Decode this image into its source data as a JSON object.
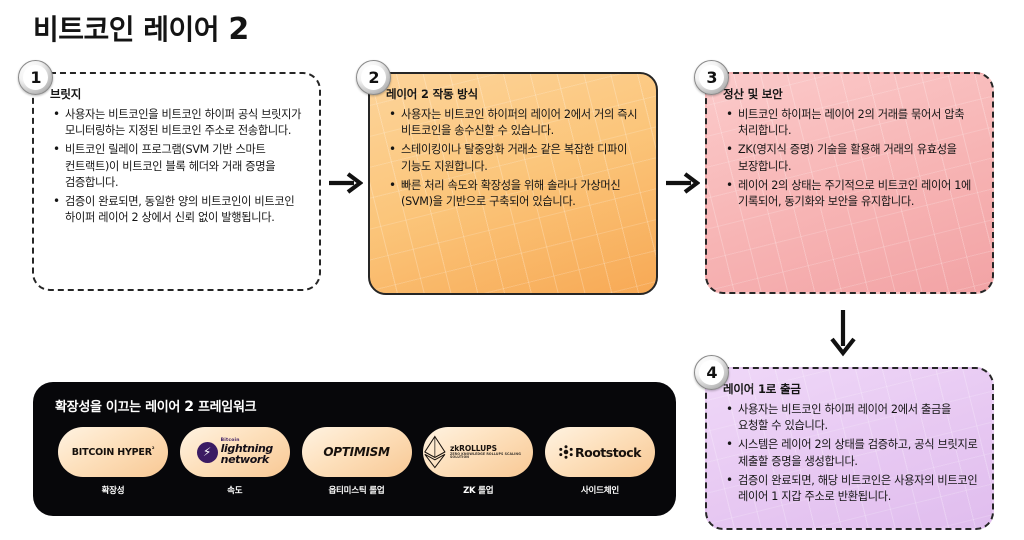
{
  "title": {
    "text_main": "비트코인 레이어",
    "text_accent": "2"
  },
  "steps": [
    {
      "number": "1",
      "title": "브릿지",
      "bullets": [
        "사용자는 비트코인을 비트코인 하이퍼 공식 브릿지가 모니터링하는 지정된 비트코인 주소로 전송합니다.",
        "비트코인 릴레이 프로그램(SVM 기반 스마트 컨트랙트)이 비트코인 블록 헤더와 거래 증명을 검증합니다.",
        "검증이 완료되면, 동일한 양의 비트코인이 비트코인 하이퍼 레이어 2 상에서 신뢰 없이 발행됩니다."
      ]
    },
    {
      "number": "2",
      "title": "레이어 2 작동 방식",
      "title_pre": "레이어",
      "title_accent": "2",
      "title_post": "작동 방식",
      "bullets": [
        "사용자는 비트코인 하이퍼의 레이어 2에서 거의 즉시 비트코인을 송수신할 수 있습니다.",
        "스테이킹이나 탈중앙화 거래소 같은 복잡한 디파이 기능도 지원합니다.",
        "빠른 처리 속도와 확장성을 위해 솔라나 가상머신(SVM)을 기반으로 구축되어 있습니다."
      ]
    },
    {
      "number": "3",
      "title": "정산 및 보안",
      "bullets": [
        "비트코인 하이퍼는 레이어 2의 거래를 묶어서 압축 처리합니다.",
        "ZK(영지식 증명) 기술을 활용해 거래의 유효성을 보장합니다.",
        "레이어 2의 상태는 주기적으로 비트코인 레이어 1에 기록되어, 동기화와 보안을 유지합니다."
      ]
    },
    {
      "number": "4",
      "title": "레이어 1로 출금",
      "title_pre": "레이어",
      "title_accent": "1",
      "title_post": "로 출금",
      "bullets": [
        "사용자는 비트코인 하이퍼 레이어 2에서 출금을 요청할 수 있습니다.",
        "시스템은 레이어 2의 상태를 검증하고, 공식 브릿지로 제출할 증명을 생성합니다.",
        "검증이 완료되면, 해당 비트코인은 사용자의 비트코인 레이어 1 지갑 주소로 반환됩니다."
      ]
    }
  ],
  "arrows": {
    "right": "→",
    "down": "↓"
  },
  "framework": {
    "title_pre": "확장성을 이끄는 레이어",
    "title_accent": "2",
    "title_post": "프레임워크",
    "logos": [
      {
        "id": "bitcoin-hyper",
        "name": "BITCOIN HYPER",
        "sup": "²",
        "caption": "확장성"
      },
      {
        "id": "lightning-network",
        "name_small": "Bitcoin",
        "name_line1": "lightning",
        "name_line2": "network",
        "caption": "속도"
      },
      {
        "id": "optimism",
        "name": "OPTIMISM",
        "caption": "옵티미스틱 롤업"
      },
      {
        "id": "zk-rollups",
        "name": "zkROLLUPS",
        "subtitle": "ZERO KNOWLEDGE ROLLUPS SCALING SOLUTION",
        "caption": "ZK 롤업"
      },
      {
        "id": "rootstock",
        "name": "Rootstock",
        "caption": "사이드체인"
      }
    ]
  },
  "colors": {
    "card2_bg": "#fbc57a",
    "card3_bg": "#f7b4b4",
    "card4_bg": "#e7c8f2",
    "panel_bg": "#07070a",
    "pill_bg": "#fde0bc",
    "ink": "#141414"
  }
}
